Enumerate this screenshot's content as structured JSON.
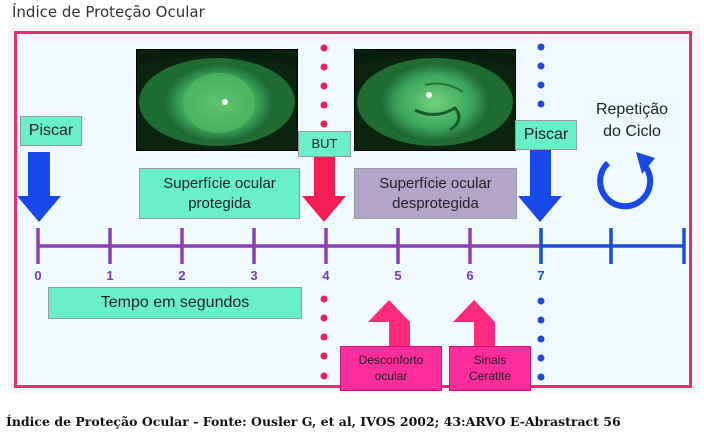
{
  "header": {
    "title": "Índice de Proteção Ocular"
  },
  "labels": {
    "blink_left": "Piscar",
    "blink_right": "Piscar",
    "but": "BUT",
    "repeat_line1": "Repetição",
    "repeat_line2": "do Ciclo",
    "protected_line1": "Superfície ocular",
    "protected_line2": "protegida",
    "unprotected_line1": "Superfície ocular",
    "unprotected_line2": "desprotegida",
    "time_axis": "Tempo em segundos",
    "discomfort_line1": "Desconforto",
    "discomfort_line2": "ocular",
    "signs_line1": "Sinais",
    "signs_line2": "Ceratite"
  },
  "timeline": {
    "ticks": [
      "0",
      "1",
      "2",
      "3",
      "4",
      "5",
      "6",
      "7"
    ],
    "extra_ticks": 2
  },
  "colors": {
    "border": "#e0316a",
    "timeline_purple": "#8a3fb0",
    "timeline_blue": "#1a4fd0",
    "arrow_blue": "#1649e8",
    "arrow_red": "#f51d55",
    "dot_pink": "#e8205f",
    "dot_blue": "#1f49d6",
    "box_green": "#69f0c8",
    "box_purple": "#b3a4cc",
    "box_pink": "#ff2d9b"
  },
  "footer": {
    "caption": "Índice de Proteção Ocular - Fonte: Ousler G, et al, IVOS 2002; 43:ARVO E-Abrastract 56"
  }
}
